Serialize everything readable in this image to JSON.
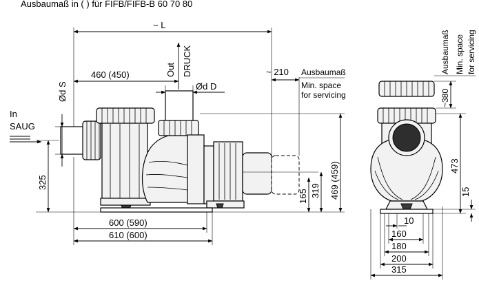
{
  "header": {
    "text": "Ausbaumaß in ( ) für FIFB/FIFB-B 60 70 80"
  },
  "labels": {
    "overall_length": "~ L",
    "out": "Out",
    "druck": "DRUCK",
    "dim_460": "460 (450)",
    "dim_210": "~ 210",
    "ausbaumass_side": "Ausbaumaß",
    "min_space_side_1": "Min. space",
    "min_space_side_2": "for servicing",
    "d_s": "Ød S",
    "d_d": "Ød D",
    "in": "In",
    "saug": "SAUG",
    "dim_325": "325",
    "dim_165": "165",
    "dim_319": "319",
    "dim_469": "469 (459)",
    "dim_600": "600 (590)",
    "dim_610": "610 (600)",
    "ausbaumass_top": "Ausbaumaß",
    "min_space_top_1": "Min. space",
    "min_space_top_2": "for servicing",
    "dim_380": "~380",
    "dim_473": "473",
    "dim_15": "15",
    "dim_10": "10",
    "dim_160": "160",
    "dim_180": "180",
    "dim_200": "200",
    "dim_315": "315"
  }
}
